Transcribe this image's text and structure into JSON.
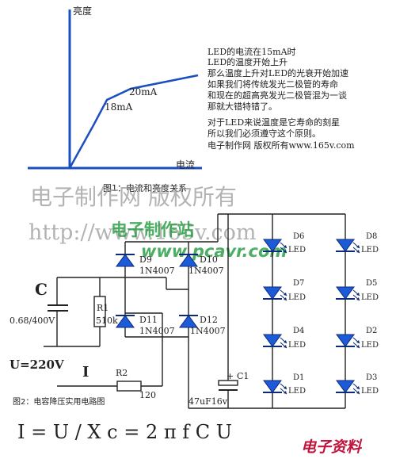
{
  "graph": {
    "y_axis_label": "亮度",
    "x_axis_label": "电流",
    "point_label_18": "18mA",
    "point_label_20": "20mA",
    "caption": "图1：电流和亮度关系",
    "notes": [
      "LED的电流在15mA时",
      "LED的温度开始上升",
      "那么温度上升对LED的光衰开始加速",
      "如果我们将传统发光二极管的寿命",
      "和现在的超高亮发光二极管混为一谈",
      "那就大错特错了。",
      "对于LED来说温度是它寿命的刻星",
      "所以我们必须遵守这个原则。",
      "电子制作网 版权所有www.165v.com"
    ]
  },
  "watermarks": {
    "line1": "电子制作网 版权所有",
    "line2": "http://www.165v.com",
    "green_top": "电子制作站",
    "green_bottom": "www.pcavr.com",
    "corner": "电子资料"
  },
  "circuit": {
    "cap_letter": "C",
    "cap_value": "0.68/400V",
    "r1_name": "R1",
    "r1_value": "510k",
    "d9": "D9",
    "d10": "D10",
    "d11": "D11",
    "d12": "D12",
    "diode_part": "1N4007",
    "voltage": "U=220V",
    "current": "I",
    "r2_name": "R2",
    "r2_value": "120",
    "c1_name": "C1",
    "c1_value": "47uF16v",
    "caption": "图2：电容降压实用电路图",
    "leds": [
      {
        "name": "D6",
        "type": "LED"
      },
      {
        "name": "D7",
        "type": "LED"
      },
      {
        "name": "D4",
        "type": "LED"
      },
      {
        "name": "D1",
        "type": "LED"
      },
      {
        "name": "D8",
        "type": "LED"
      },
      {
        "name": "D5",
        "type": "LED"
      },
      {
        "name": "D2",
        "type": "LED"
      },
      {
        "name": "D3",
        "type": "LED"
      }
    ]
  },
  "formula": "I = U / X c = 2 π f C U"
}
